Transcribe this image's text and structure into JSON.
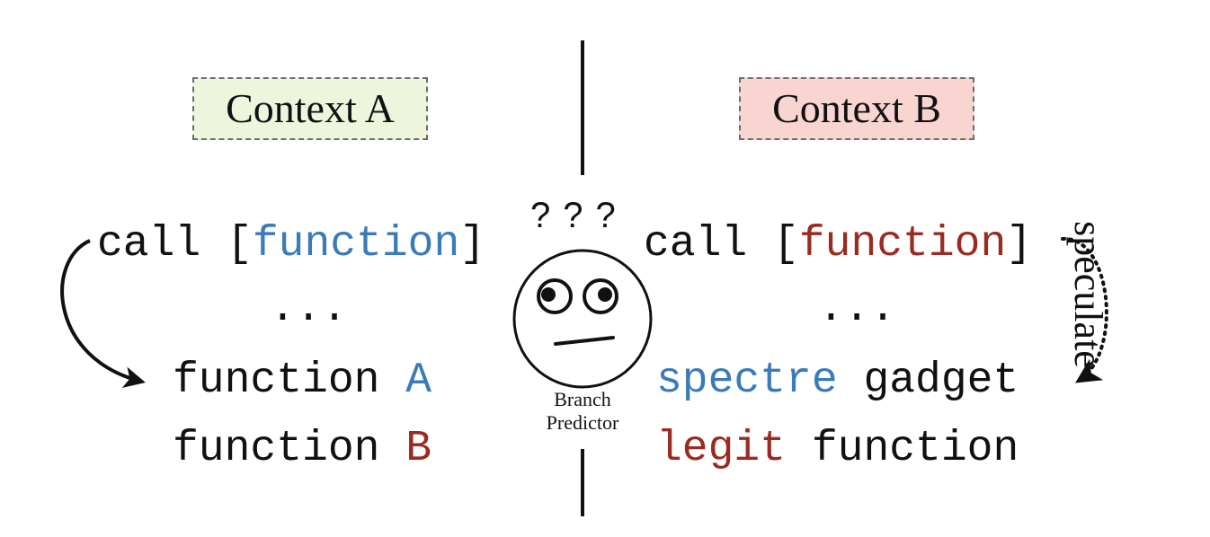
{
  "context_a": {
    "label": "Context A",
    "bg_color": "#eef5dd"
  },
  "context_b": {
    "label": "Context B",
    "bg_color": "#f9d5d2"
  },
  "left_code": {
    "call_prefix": "call [",
    "call_target": "function",
    "call_suffix": "]",
    "ellipsis": "...",
    "function_a_prefix": "function ",
    "function_a_name": "A",
    "function_b_prefix": "function ",
    "function_b_name": "B"
  },
  "right_code": {
    "call_prefix": "call [",
    "call_target": "function",
    "call_suffix": "]",
    "ellipsis": "...",
    "gadget_highlight": "spectre",
    "gadget_rest": " gadget",
    "legit_highlight": "legit",
    "legit_rest": " function"
  },
  "predictor": {
    "question_marks": "???",
    "label_line1": "Branch",
    "label_line2": "Predictor",
    "icon": "confused-face-icon"
  },
  "speculate_label": "speculate",
  "colors": {
    "blue": "#3a7bb8",
    "red": "#9a2b22",
    "ink": "#111111"
  }
}
